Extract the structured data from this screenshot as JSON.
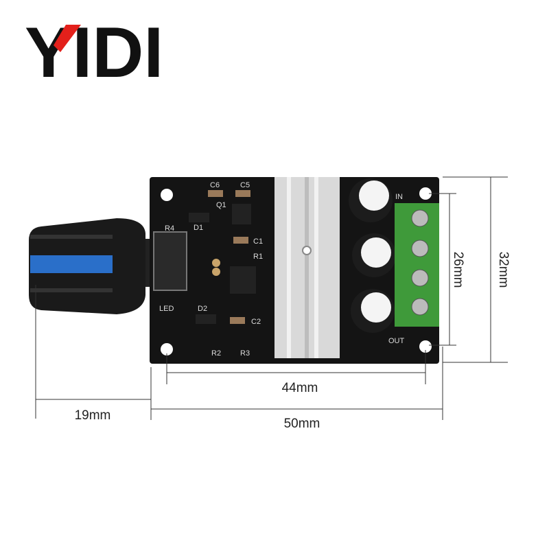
{
  "logo": {
    "text": "YIDI",
    "colors": {
      "main": "#111111",
      "accent": "#e3201b"
    }
  },
  "product": {
    "silkscreen": {
      "caps": [
        "C6",
        "C5",
        "C1",
        "C2"
      ],
      "resistors": [
        "R4",
        "R1",
        "R2",
        "R3"
      ],
      "diodes": [
        "D1",
        "D2"
      ],
      "transistor": "Q1",
      "led": "LED",
      "input": "IN",
      "output": "OUT"
    },
    "colors": {
      "board": "#141414",
      "knob_stripe": "#2a6fc9",
      "terminal": "#3f9a3a",
      "heatsink": "#d9d9d9"
    }
  },
  "dimensions": {
    "hole_height": "26mm",
    "board_height": "32mm",
    "hole_width": "44mm",
    "board_width": "50mm",
    "knob_length": "19mm"
  }
}
